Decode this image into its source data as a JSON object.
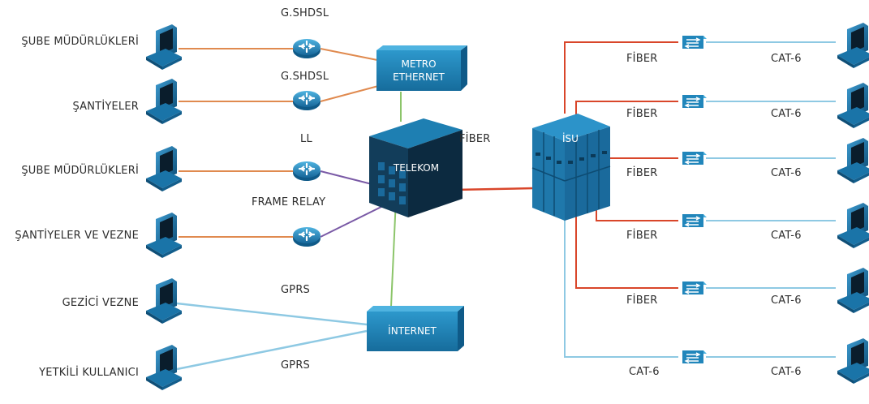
{
  "left_sites": [
    {
      "label": "ŞUBE MÜDÜRLÜKLERİ",
      "link": "G.SHDSL"
    },
    {
      "label": "ŞANTİYELER",
      "link": "G.SHDSL"
    },
    {
      "label": "ŞUBE MÜDÜRLÜKLERİ",
      "link": "LL"
    },
    {
      "label": "ŞANTİYELER VE VEZNE",
      "link": "FRAME RELAY"
    },
    {
      "label": "GEZİCİ VEZNE",
      "link": "GPRS"
    },
    {
      "label": "YETKİLİ KULLANICI",
      "link": "GPRS"
    }
  ],
  "core": {
    "metro_line1": "METRO",
    "metro_line2": "ETHERNET",
    "telekom": "TELEKOM",
    "internet": "İNTERNET",
    "isu": "İSU",
    "fiber_link": "FİBER"
  },
  "right_links": [
    {
      "uplink": "FİBER",
      "downlink": "CAT-6"
    },
    {
      "uplink": "FİBER",
      "downlink": "CAT-6"
    },
    {
      "uplink": "FİBER",
      "downlink": "CAT-6"
    },
    {
      "uplink": "FİBER",
      "downlink": "CAT-6"
    },
    {
      "uplink": "FİBER",
      "downlink": "CAT-6"
    },
    {
      "uplink": "CAT-6",
      "downlink": "CAT-6"
    }
  ],
  "colors": {
    "orange_link": "#e08a4f",
    "green_link": "#8cc56a",
    "purple_link": "#7a5aa6",
    "blue_link": "#8ec9e3",
    "red_link": "#d9462a",
    "device_blue": "#1b7fb0"
  }
}
